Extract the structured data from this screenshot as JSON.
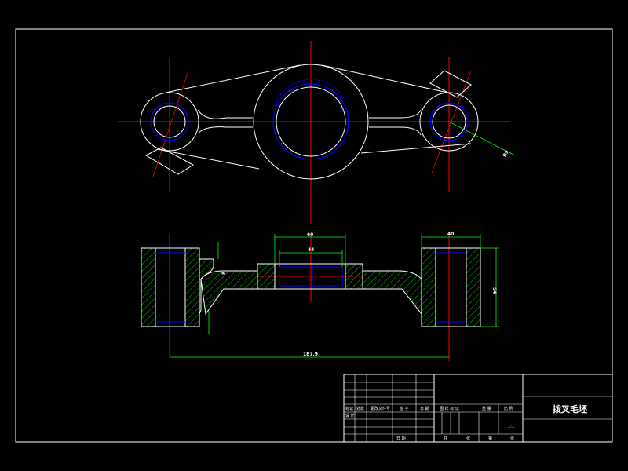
{
  "drawing": {
    "title": "拨叉毛坯",
    "colors": {
      "background": "#000000",
      "outline": "#ffffff",
      "centerline": "#ff0000",
      "hidden": "#0000ff",
      "dimension": "#00ff00",
      "hatch": "#00ff00"
    }
  },
  "dimensions": {
    "angle_callout": "R9",
    "top_width": "60",
    "inner_width": "44",
    "right_width": "40",
    "right_height": "54",
    "left_small": "8",
    "overall_length": "187,9"
  },
  "title_block": {
    "row_labels": [
      "标记",
      "处数",
      "更改文件号",
      "签 字",
      "日 期"
    ],
    "row2_labels": [
      "设 计",
      "",
      "",
      ""
    ],
    "material_row": [
      "图 样 标 记",
      "重 量",
      "比 例"
    ],
    "scale_value": "1:1",
    "sheet_row": [
      "共",
      "张",
      "第",
      "张"
    ],
    "approval_label": "日 期"
  }
}
